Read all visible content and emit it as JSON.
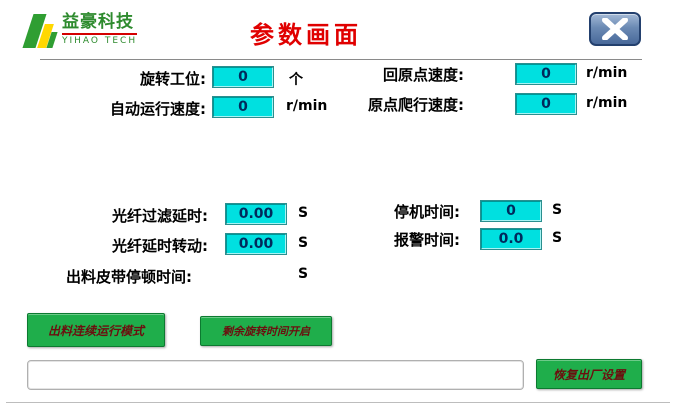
{
  "colors": {
    "accent-green": "#1fae4b",
    "field-cyan": "#00e0e0",
    "title-red": "#e00000",
    "button-text": "#6b0f0f"
  },
  "header": {
    "logo_title": "益豪科技",
    "logo_subtitle": "YIHAO TECH",
    "title": "参数画面"
  },
  "fields": {
    "rotate_station": {
      "label": "旋转工位:",
      "value": "0",
      "unit": "个"
    },
    "auto_speed": {
      "label": "自动运行速度:",
      "value": "0",
      "unit": "r/min"
    },
    "home_speed": {
      "label": "回原点速度:",
      "value": "0",
      "unit": "r/min"
    },
    "home_crawl_speed": {
      "label": "原点爬行速度:",
      "value": "0",
      "unit": "r/min"
    },
    "fiber_filter_delay": {
      "label": "光纤过滤延时:",
      "value": "0.00",
      "unit": "S"
    },
    "fiber_delay_rotate": {
      "label": "光纤延时转动:",
      "value": "0.00",
      "unit": "S"
    },
    "discharge_belt_pause": {
      "label": "出料皮带停顿时间:",
      "unit": "S"
    },
    "stop_time": {
      "label": "停机时间:",
      "value": "0",
      "unit": "S"
    },
    "alarm_time": {
      "label": "报警时间:",
      "value": "0.0",
      "unit": "S"
    }
  },
  "buttons": {
    "discharge_mode": "出料连续运行模式",
    "remaining_rotation": "剩余旋转时间开启",
    "factory_reset": "恢复出厂设置"
  },
  "message_box": {
    "value": ""
  }
}
